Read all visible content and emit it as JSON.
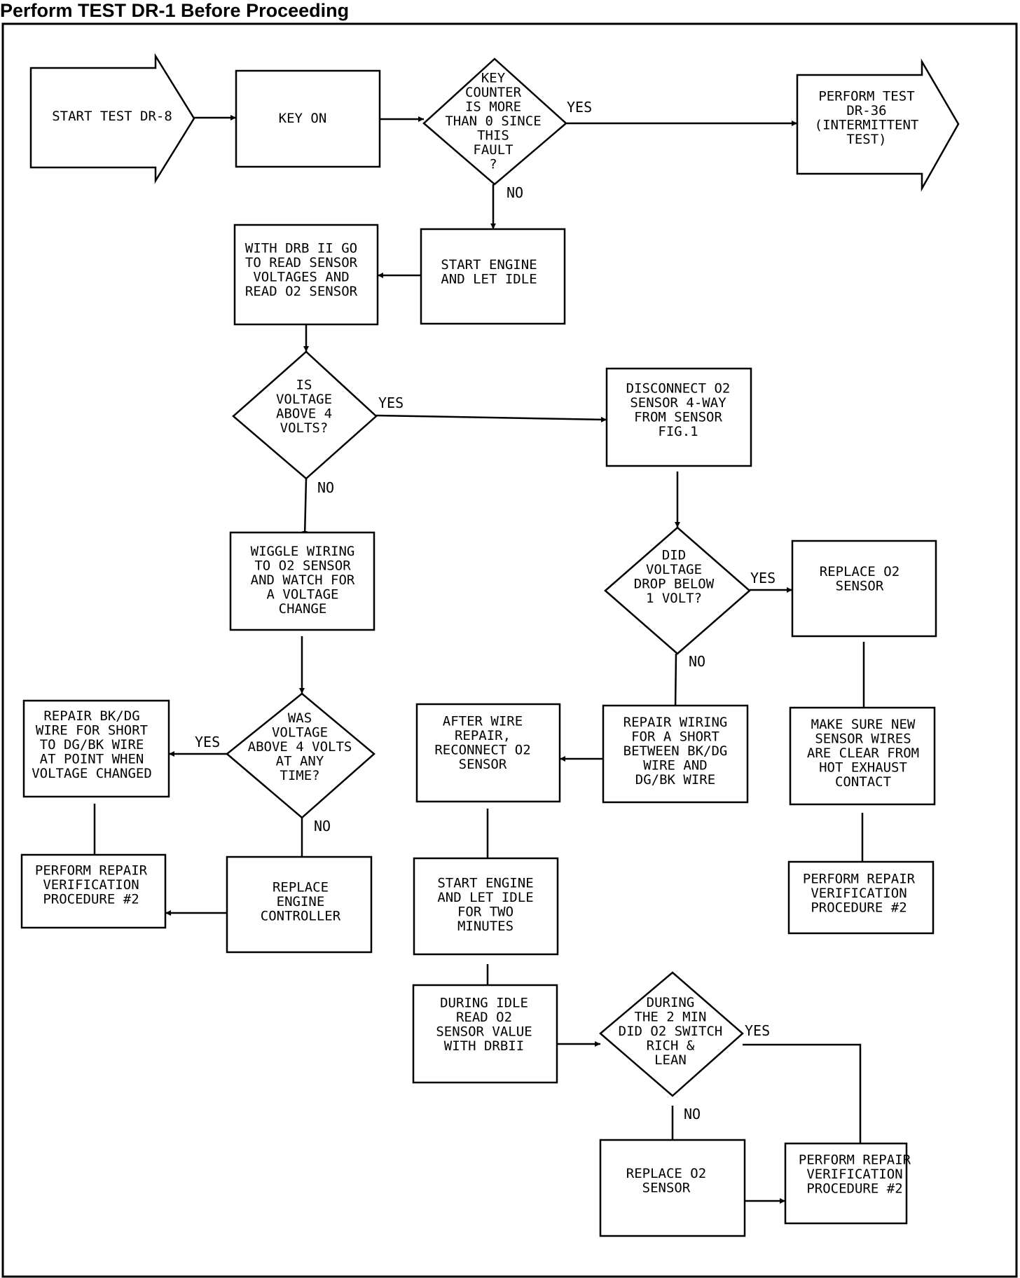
{
  "header": "Perform TEST DR-1 Before Proceeding",
  "nodes": {
    "start": [
      "START TEST DR-8"
    ],
    "key_on": [
      "KEY ON"
    ],
    "key_counter": [
      "KEY",
      "COUNTER",
      "IS MORE",
      "THAN 0 SINCE",
      "THIS",
      "FAULT",
      "?"
    ],
    "perform_dr36": [
      "PERFORM TEST",
      "DR-36",
      "(INTERMITTENT",
      "TEST)"
    ],
    "start_engine_idle": [
      "START ENGINE",
      "AND LET IDLE"
    ],
    "drb_read": [
      "WITH DRB II GO",
      "TO READ SENSOR",
      "VOLTAGES AND",
      "READ O2 SENSOR"
    ],
    "voltage_above_4": [
      "IS",
      "VOLTAGE",
      "ABOVE 4",
      "VOLTS?"
    ],
    "disconnect_o2": [
      "DISCONNECT O2",
      "SENSOR 4-WAY",
      "FROM SENSOR",
      "FIG.1"
    ],
    "wiggle_wiring": [
      "WIGGLE WIRING",
      "TO O2 SENSOR",
      "AND WATCH FOR",
      "A VOLTAGE",
      "CHANGE"
    ],
    "drop_below_1": [
      "DID",
      "VOLTAGE",
      "DROP BELOW",
      "1 VOLT?"
    ],
    "replace_o2_a": [
      "REPLACE O2",
      "SENSOR"
    ],
    "repair_bkdg": [
      "REPAIR BK/DG",
      "WIRE FOR SHORT",
      "TO DG/BK WIRE",
      "AT POINT WHEN",
      "VOLTAGE CHANGED"
    ],
    "was_voltage_above": [
      "WAS",
      "VOLTAGE",
      "ABOVE 4 VOLTS",
      "AT ANY",
      "TIME?"
    ],
    "after_wire_repair": [
      "AFTER WIRE",
      "REPAIR,",
      "RECONNECT O2",
      "SENSOR"
    ],
    "repair_wiring_short": [
      "REPAIR WIRING",
      "FOR A SHORT",
      "BETWEEN BK/DG",
      "WIRE AND",
      "DG/BK WIRE"
    ],
    "make_sure_wires": [
      "MAKE SURE NEW",
      "SENSOR WIRES",
      "ARE CLEAR FROM",
      "HOT EXHAUST",
      "CONTACT"
    ],
    "prv_left": [
      "PERFORM REPAIR",
      "VERIFICATION",
      "PROCEDURE #2"
    ],
    "replace_controller": [
      "REPLACE",
      "ENGINE",
      "CONTROLLER"
    ],
    "start_engine_two_min": [
      "START ENGINE",
      "AND LET IDLE",
      "FOR TWO",
      "MINUTES"
    ],
    "prv_right": [
      "PERFORM REPAIR",
      "VERIFICATION",
      "PROCEDURE #2"
    ],
    "during_idle_read": [
      "DURING IDLE",
      "READ O2",
      "SENSOR VALUE",
      "WITH DRBII"
    ],
    "switch_rich_lean": [
      "DURING",
      "THE 2 MIN",
      "DID O2 SWITCH",
      "RICH &",
      "LEAN"
    ],
    "replace_o2_b": [
      "REPLACE O2",
      "SENSOR"
    ],
    "prv_bottom": [
      "PERFORM REPAIR",
      "VERIFICATION",
      "PROCEDURE #2"
    ]
  },
  "edge_labels": {
    "key_counter_yes": "YES",
    "key_counter_no": "NO",
    "voltage_yes": "YES",
    "voltage_no": "NO",
    "drop_yes": "YES",
    "drop_no": "NO",
    "was_yes": "YES",
    "was_no": "NO",
    "switch_yes": "YES",
    "switch_no": "NO"
  }
}
